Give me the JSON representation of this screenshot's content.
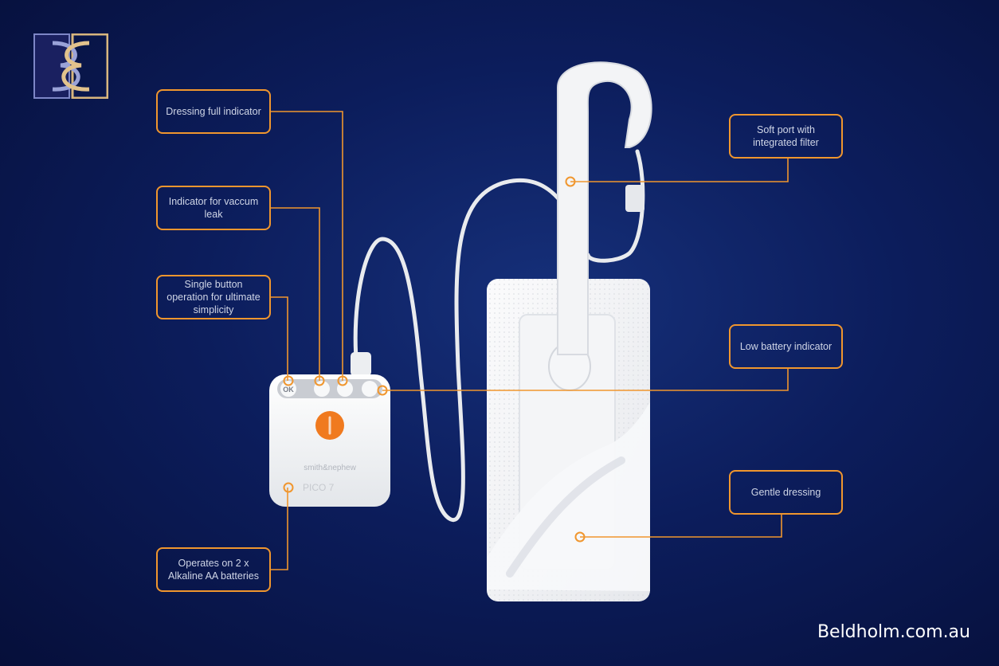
{
  "brand": {
    "logo_letters": "BB",
    "website": "Beldholm.com.au"
  },
  "colors": {
    "background": "#0c1d5c",
    "accent": "#f0962e",
    "device": "#f2f3f5",
    "text": "#cfd5e6"
  },
  "callouts": {
    "dressing_full": "Dressing full indicator",
    "vacuum_leak": "Indicator for vaccum leak",
    "single_button": "Single button operation for ultimate simplicity",
    "batteries": "Operates on 2 x Alkaline AA batteries",
    "soft_port": "Soft port with integrated filter",
    "low_battery": "Low battery indicator",
    "gentle_dressing": "Gentle dressing"
  },
  "device": {
    "button_ok": "OK",
    "maker": "smith&nephew",
    "model": "PICO 7"
  }
}
